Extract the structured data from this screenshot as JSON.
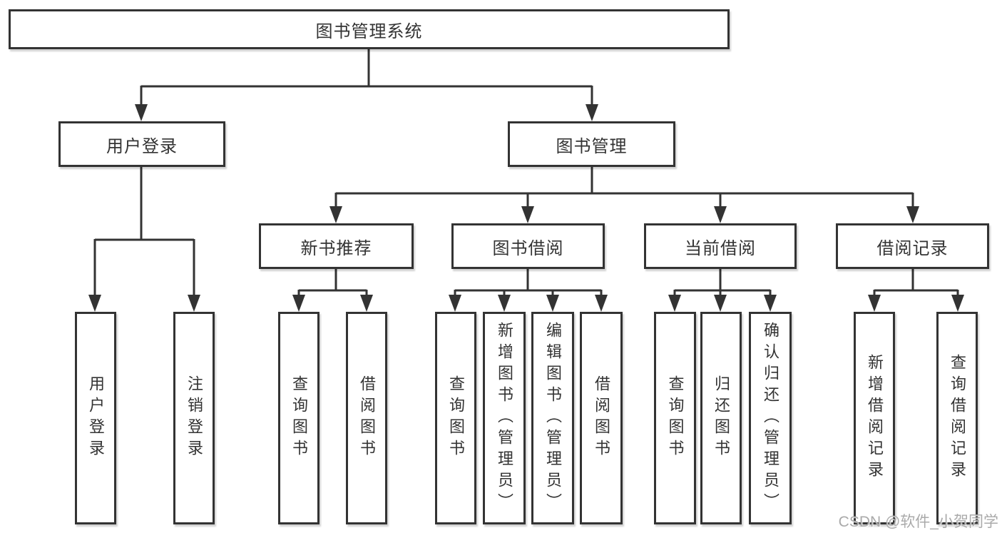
{
  "tree": {
    "root": {
      "label": "图书管理系统"
    },
    "branches": [
      {
        "label": "用户登录",
        "children": [
          {
            "label": "用户登录"
          },
          {
            "label": "注销登录"
          }
        ]
      },
      {
        "label": "图书管理",
        "sections": [
          {
            "label": "新书推荐",
            "children": [
              {
                "label": "查询图书"
              },
              {
                "label": "借阅图书"
              }
            ]
          },
          {
            "label": "图书借阅",
            "children": [
              {
                "label": "查询图书"
              },
              {
                "label": "新增图书（管理员）"
              },
              {
                "label": "编辑图书（管理员）"
              },
              {
                "label": "借阅图书"
              }
            ]
          },
          {
            "label": "当前借阅",
            "children": [
              {
                "label": "查询图书"
              },
              {
                "label": "归还图书"
              },
              {
                "label": "确认归还（管理员）"
              }
            ]
          },
          {
            "label": "借阅记录",
            "children": [
              {
                "label": "新增借阅记录"
              },
              {
                "label": "查询借阅记录"
              }
            ]
          }
        ]
      }
    ]
  },
  "watermark": {
    "text": "CSDN @软件_小贺同学"
  },
  "colors": {
    "line": "#333333",
    "box_border": "#333333",
    "box_fill": "#ffffff",
    "text": "#333333",
    "watermark": "#a5a5a5"
  }
}
